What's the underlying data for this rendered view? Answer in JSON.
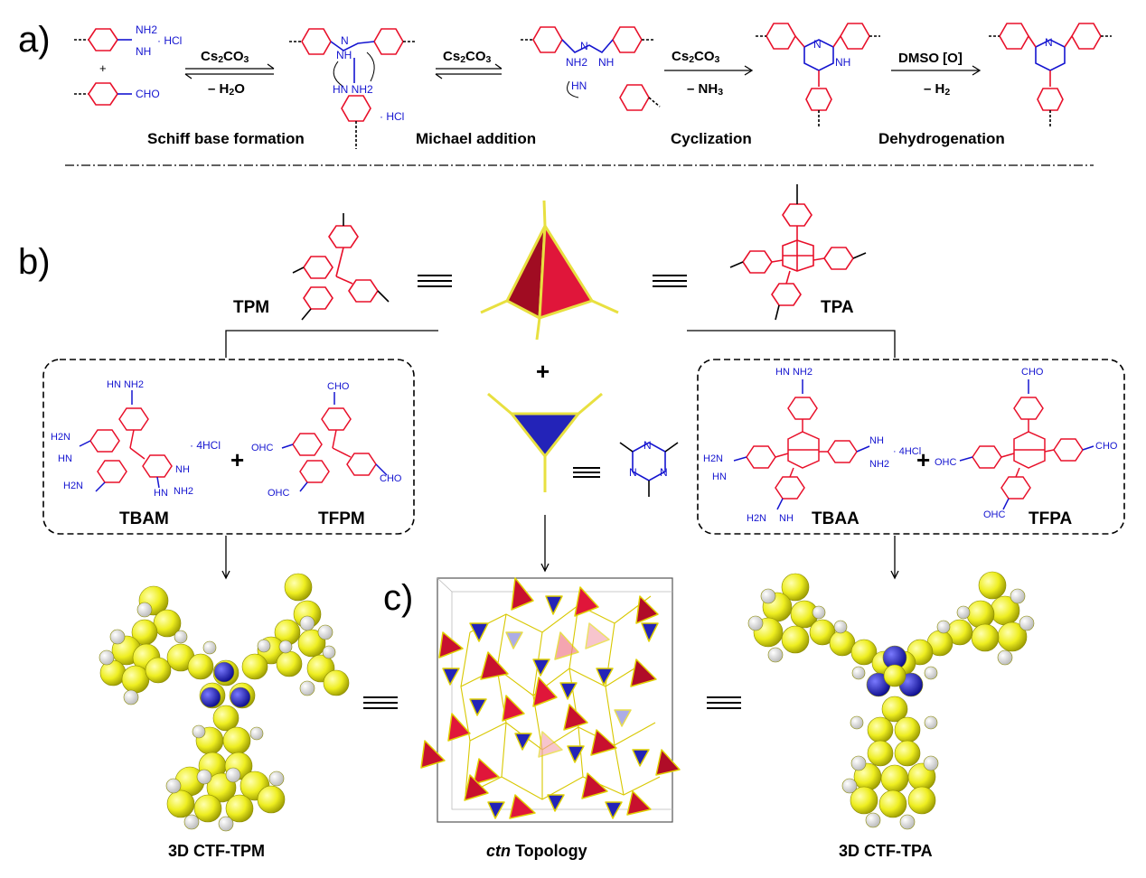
{
  "panels": {
    "a": "a)",
    "b": "b)",
    "c": "c)"
  },
  "reaction": {
    "reagent1": "Cs2CO3",
    "cond1": "– H2O",
    "reagent2": "Cs2CO3",
    "reagent3": "Cs2CO3",
    "cond3": "– NH3",
    "reagent4": "DMSO [O]",
    "cond4": "–  H2",
    "steps": [
      "Schiff base formation",
      "Michael addition",
      "Cyclization",
      "Dehydrogenation"
    ],
    "groups": {
      "amidine_hcl": "· HCl",
      "nh2": "NH2",
      "nh": "NH",
      "cho": "CHO",
      "plus": "+",
      "hn": "HN",
      "hn_nh2": "HN   NH2",
      "n": "N",
      "nh_ring": "NH",
      "hcl": "· HCl"
    }
  },
  "monomers": {
    "tpm": "TPM",
    "tpa": "TPA",
    "tbam": "TBAM",
    "tfpm": "TFPM",
    "tbaa": "TBAA",
    "tfpa": "TFPA",
    "plus": "+",
    "hcl4": "· 4HCl",
    "hn_nh2": "HN   NH2",
    "h2n": "H2N",
    "hn": "HN",
    "nh": "NH",
    "nh2": "NH2",
    "cho": "CHO",
    "ohc": "OHC",
    "n": "N"
  },
  "captions": {
    "left": "3D CTF-TPM",
    "center_italic": "ctn",
    "center_rest": " Topology",
    "right": "3D CTF-TPA"
  },
  "colors": {
    "red": "#e8102a",
    "blue": "#1515d0",
    "yellow": "#f2f230",
    "tet_red": "#c8102e",
    "tri_blue": "#2323b8"
  }
}
